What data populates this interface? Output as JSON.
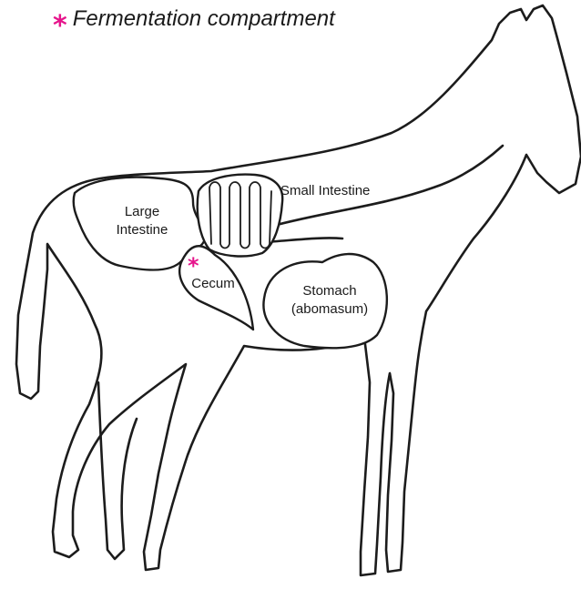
{
  "legend": {
    "symbol": "*",
    "text": "Fermentation compartment",
    "color": "#e6158c"
  },
  "labels": {
    "small_intestine": "Small Intestine",
    "large_intestine_line1": "Large",
    "large_intestine_line2": "Intestine",
    "cecum": "Cecum",
    "stomach_line1": "Stomach",
    "stomach_line2": "(abomasum)"
  },
  "cecum_marker": "*"
}
